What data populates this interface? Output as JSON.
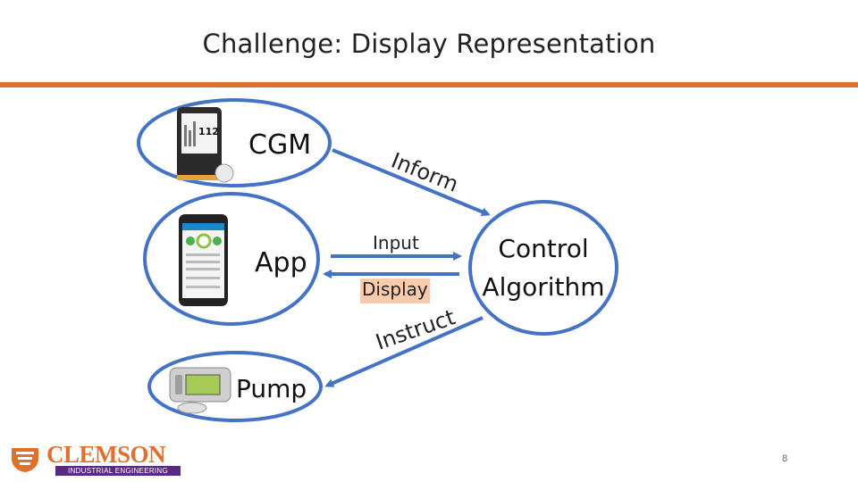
{
  "slide": {
    "title": "Challenge: Display Representation",
    "page_number": "8"
  },
  "nodes": {
    "cgm": {
      "label": "CGM",
      "device_reading": "112"
    },
    "app": {
      "label": "App"
    },
    "pump": {
      "label": "Pump"
    },
    "control": {
      "label_line1": "Control",
      "label_line2": "Algorithm"
    }
  },
  "edges": {
    "inform": "Inform",
    "input": "Input",
    "display": "Display",
    "instruct": "Instruct"
  },
  "colors": {
    "accent": "#e0702e",
    "node_stroke": "#4472c4",
    "display_highlight": "#f8cbad",
    "logo_purple": "#5a2a82"
  },
  "logo": {
    "word": "CLEMSON",
    "subtitle": "INDUSTRIAL ENGINEERING"
  }
}
